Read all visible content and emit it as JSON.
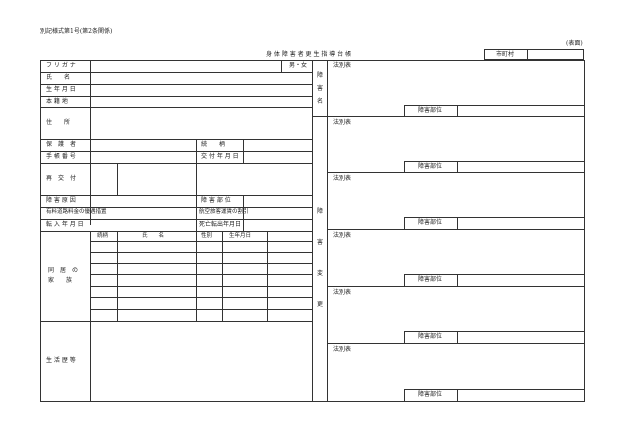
{
  "form_number": "別記様式第1号(第2条関係)",
  "side_label": "(表面)",
  "title": "身 体 障 害 者 更 生 指 導 台 帳",
  "municipality_label": "市町村",
  "left_fields": {
    "furigana": "フ リ ガ ナ",
    "gender": "男・女",
    "name": "氏　　名",
    "birthdate": "生 年 月 日",
    "domicile": "本 籍 地",
    "address": "住　　所",
    "guardian": "保　護　者",
    "relationship": "続　　柄",
    "notebook_number": "手 帳 番 号",
    "issue_date": "交 付 年 月 日",
    "reissue": "再　交　付",
    "disability_cause": "障 害 原 因",
    "disability_part": "障 害 部 位",
    "toll_discount": "有料道路料金の優遇措置",
    "airfare_discount": "航空旅客運賃の割引",
    "move_in_date": "転 入 年 月 日",
    "death_move_out_date": "死亡転出年月日",
    "household_label_1": "同　居　の",
    "household_label_2": "家　　族",
    "household_headers": [
      "続柄",
      "氏　　名",
      "性別",
      "生年月日"
    ],
    "life_history": "生 活 歴 等"
  },
  "middle_labels": {
    "disability_name": [
      "障",
      "害",
      "名"
    ],
    "disability_change": [
      "障",
      "害",
      "変",
      "更"
    ]
  },
  "right_blocks": [
    {
      "table_label": "法別表",
      "part_label": "障害部位"
    },
    {
      "table_label": "法別表",
      "part_label": "障害部位"
    },
    {
      "table_label": "法別表",
      "part_label": "障害部位"
    },
    {
      "table_label": "法別表",
      "part_label": "障害部位"
    },
    {
      "table_label": "法別表",
      "part_label": "障害部位"
    },
    {
      "table_label": "法別表",
      "part_label": "障害部位"
    }
  ]
}
